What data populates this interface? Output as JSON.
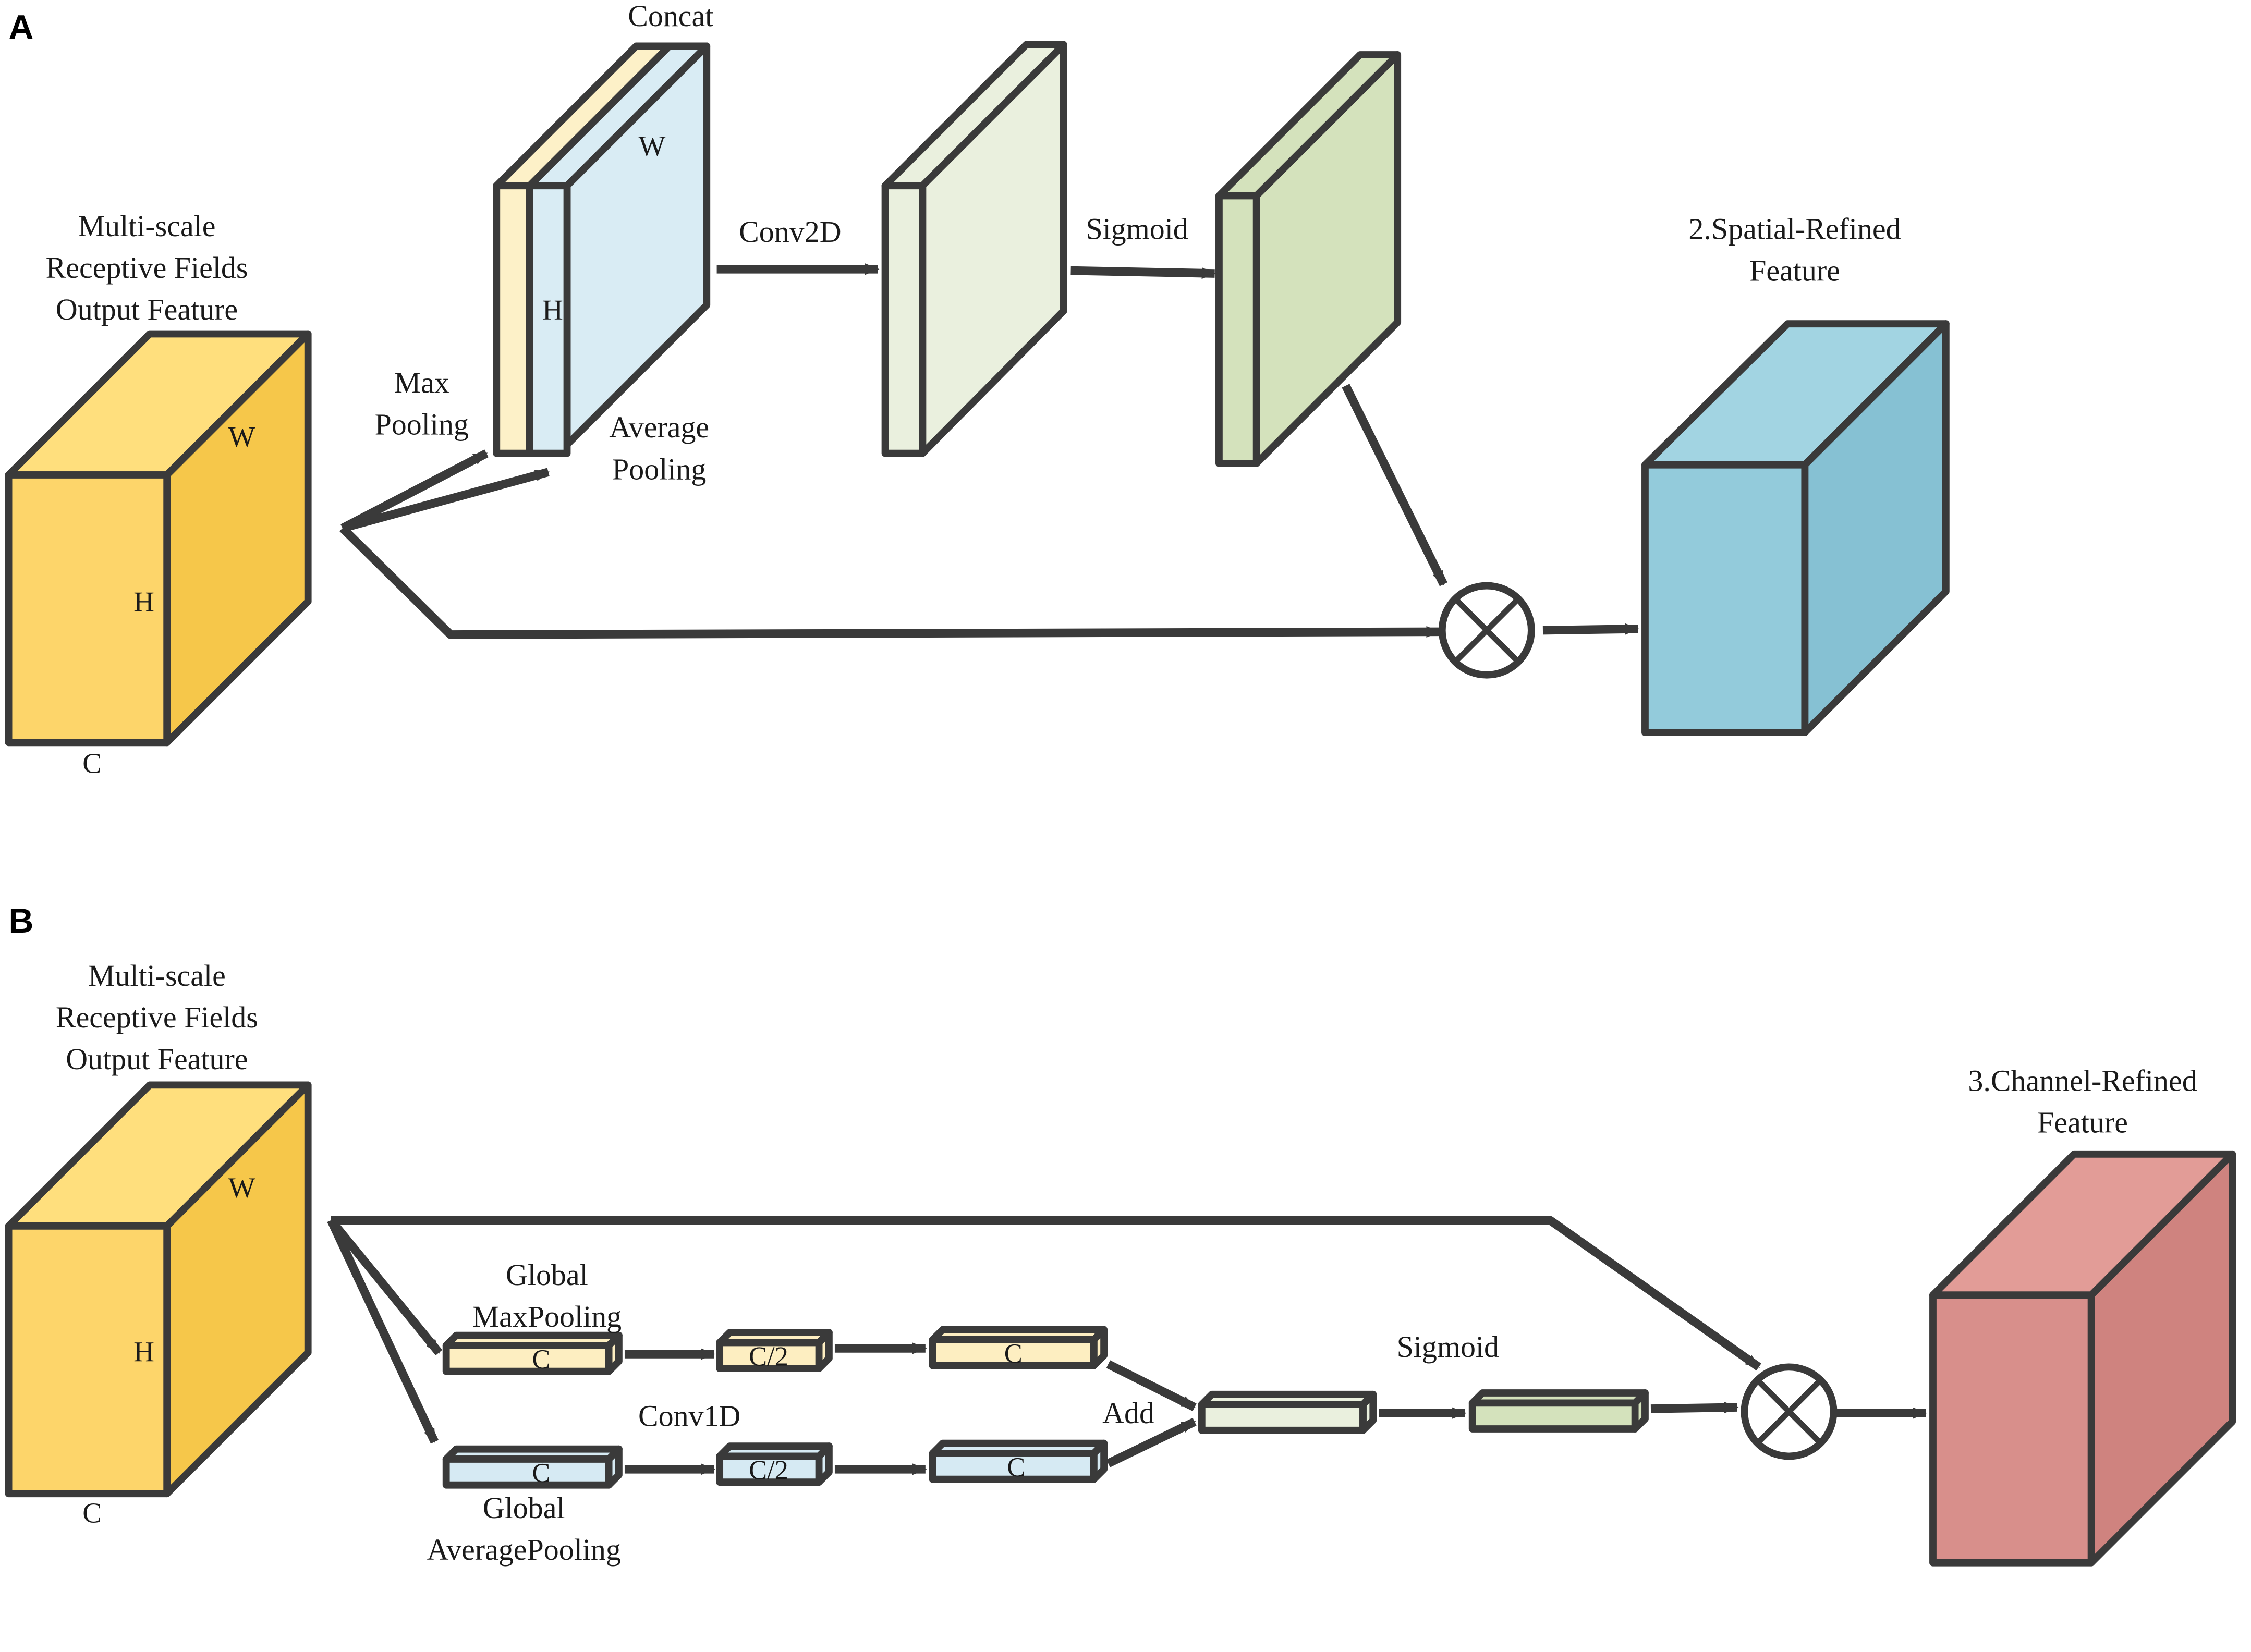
{
  "colors": {
    "input_front": "#fdd56a",
    "input_side": "#f6c74a",
    "input_top": "#ffdf7d",
    "concat_yellow": "#fdf1c8",
    "concat_blue": "#d9ecf4",
    "conv_out": "#eaf0de",
    "sigmoid_out": "#d4e2bc",
    "spatial_front": "#93cbdb",
    "spatial_side": "#86c1d3",
    "spatial_top": "#a2d4e2",
    "channel_front": "#d88f8b",
    "channel_side": "#cf837f",
    "channel_top": "#e29c97",
    "small_yellow": "#fdeec1",
    "small_blue": "#d6eaf3",
    "small_green_light": "#eaf0de",
    "small_green": "#d4e2bc",
    "stroke": "#3a3a3a"
  },
  "panel_a": {
    "label": "A",
    "input": {
      "title": [
        "Multi-scale",
        "Receptive Fields",
        "Output Feature"
      ],
      "w": "W",
      "h": "H",
      "c": "C"
    },
    "concat_label": "Concat",
    "concat_w": "W",
    "concat_h": "H",
    "max_pooling": [
      "Max",
      "Pooling"
    ],
    "average_pooling": [
      "Average",
      "Pooling"
    ],
    "conv2d": "Conv2D",
    "sigmoid": "Sigmoid",
    "output_title": [
      "2.Spatial-Refined",
      "Feature"
    ],
    "multiply_icon": "multiply-circle-icon"
  },
  "panel_b": {
    "label": "B",
    "input": {
      "title": [
        "Multi-scale",
        "Receptive Fields",
        "Output Feature"
      ],
      "w": "W",
      "h": "H",
      "c": "C"
    },
    "global_maxpooling": [
      "Global",
      "MaxPooling"
    ],
    "global_averagepooling": [
      "Global",
      "AveragePooling"
    ],
    "conv1d": "Conv1D",
    "add": "Add",
    "sigmoid": "Sigmoid",
    "bar_c": "C",
    "bar_c2": "C/2",
    "output_title": [
      "3.Channel-Refined",
      "Feature"
    ],
    "multiply_icon": "multiply-circle-icon"
  }
}
